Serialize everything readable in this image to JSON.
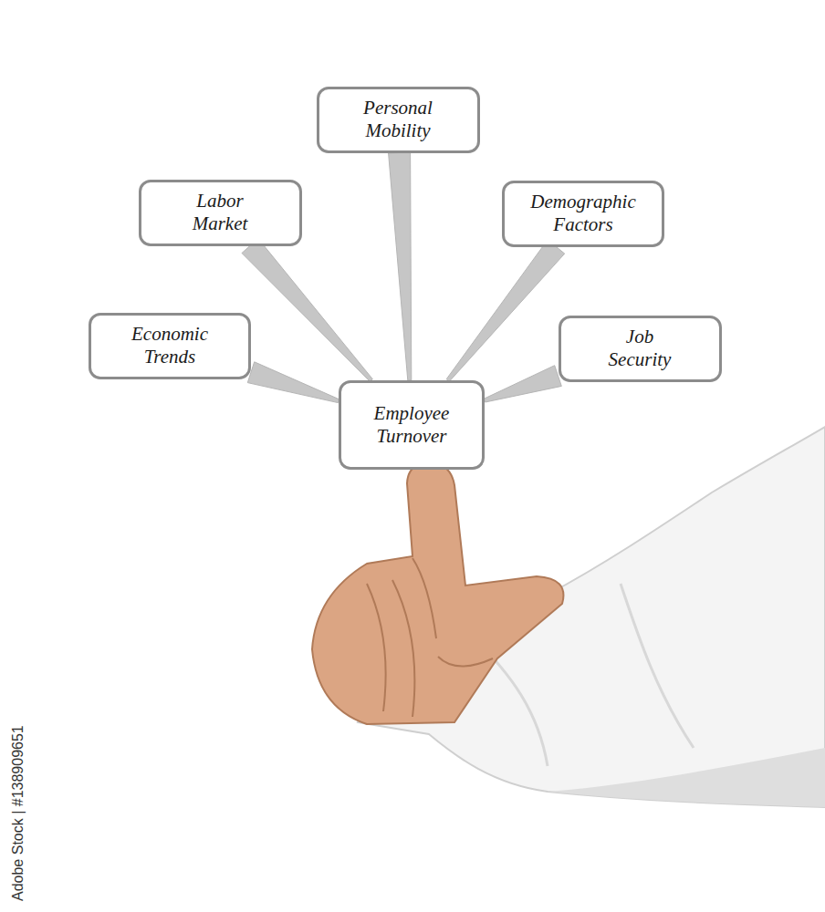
{
  "diagram": {
    "nodes": [
      {
        "text": [
          "Personal Mobility"
        ]
      },
      {
        "text": [
          "Labor Market"
        ]
      },
      {
        "text": [
          "Demographic Factors"
        ]
      },
      {
        "text": [
          "Economic Trends"
        ]
      },
      {
        "text": [
          "Job Security"
        ]
      },
      {
        "text": [
          "Employee Turnover"
        ]
      }
    ],
    "edges": [
      {
        "from": 0,
        "to": 5,
        "arrow": "none"
      },
      {
        "from": 1,
        "to": 5,
        "arrow": "none"
      },
      {
        "from": 2,
        "to": 5,
        "arrow": "none"
      },
      {
        "from": 3,
        "to": 5,
        "arrow": "none"
      },
      {
        "from": 4,
        "to": 5,
        "arrow": "none"
      }
    ],
    "labels": [
      "Adobe Stock | #138909651"
    ]
  }
}
